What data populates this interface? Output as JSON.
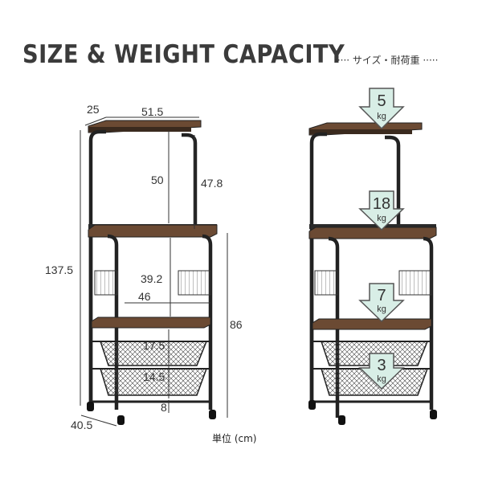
{
  "header": {
    "title": "SIZE & WEIGHT CAPACITY",
    "subtitle": "····· サイズ・耐荷重 ·····"
  },
  "dimensions": {
    "depth": "25",
    "width_top": "51.5",
    "height_upper": "50",
    "height_upper_right": "47.8",
    "total_height": "137.5",
    "middle_gap": "39.2",
    "inner_width": "46",
    "lower_height": "86",
    "basket_upper": "17.5",
    "basket_lower": "14.5",
    "bottom_clearance": "8",
    "base_depth": "40.5"
  },
  "weights": [
    {
      "value": "5",
      "unit": "kg"
    },
    {
      "value": "18",
      "unit": "kg"
    },
    {
      "value": "7",
      "unit": "kg"
    },
    {
      "value": "3",
      "unit": "kg"
    }
  ],
  "footer": {
    "unit_label": "単位 (cm)"
  },
  "colors": {
    "frame": "#222222",
    "wood": "#6b4a33",
    "arrow_fill": "#d8eee6",
    "arrow_stroke": "#555555"
  }
}
